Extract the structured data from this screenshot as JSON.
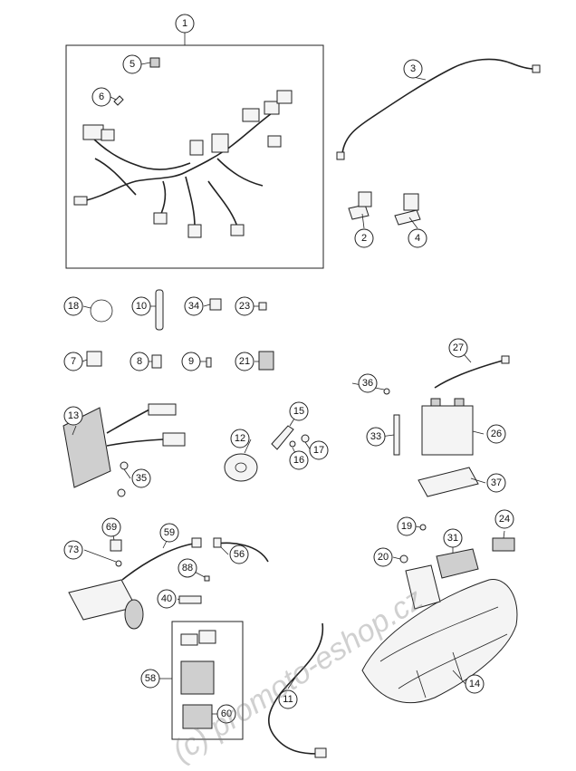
{
  "callouts": [
    {
      "id": "1"
    },
    {
      "id": "2"
    },
    {
      "id": "3"
    },
    {
      "id": "4"
    },
    {
      "id": "5"
    },
    {
      "id": "6"
    },
    {
      "id": "7"
    },
    {
      "id": "8"
    },
    {
      "id": "9"
    },
    {
      "id": "10"
    },
    {
      "id": "11"
    },
    {
      "id": "12"
    },
    {
      "id": "13"
    },
    {
      "id": "14"
    },
    {
      "id": "15"
    },
    {
      "id": "16"
    },
    {
      "id": "17"
    },
    {
      "id": "18"
    },
    {
      "id": "19"
    },
    {
      "id": "20"
    },
    {
      "id": "21"
    },
    {
      "id": "23"
    },
    {
      "id": "24"
    },
    {
      "id": "26"
    },
    {
      "id": "27"
    },
    {
      "id": "31"
    },
    {
      "id": "33"
    },
    {
      "id": "34"
    },
    {
      "id": "35"
    },
    {
      "id": "36"
    },
    {
      "id": "37"
    },
    {
      "id": "40"
    },
    {
      "id": "56"
    },
    {
      "id": "58"
    },
    {
      "id": "59"
    },
    {
      "id": "60"
    },
    {
      "id": "69"
    },
    {
      "id": "73"
    },
    {
      "id": "88"
    }
  ],
  "watermark": "(c) promoto-eshop.cz"
}
